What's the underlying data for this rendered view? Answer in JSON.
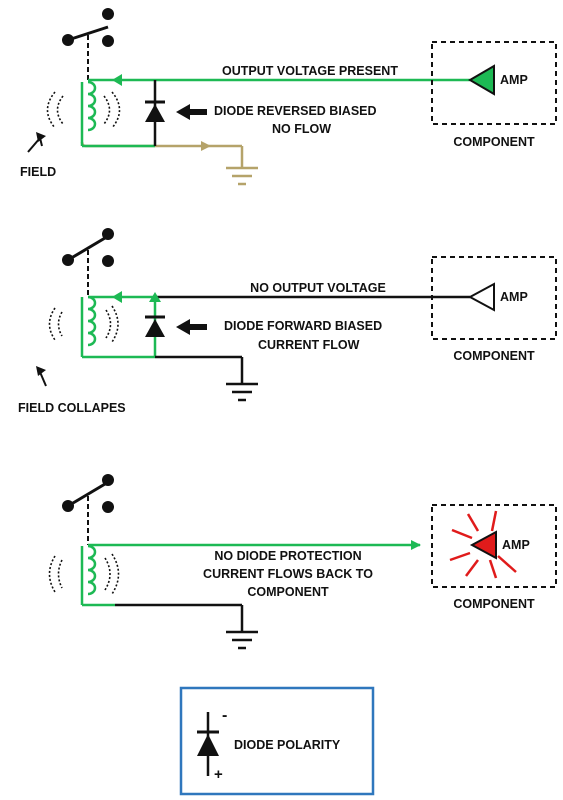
{
  "colors": {
    "current": "#1db954",
    "ground_dim": "#b5a36a",
    "wire": "#111111",
    "warning": "#e01b1b",
    "legend_border": "#2f77bd"
  },
  "panel1": {
    "output_label": "OUTPUT VOLTAGE PRESENT",
    "diode_line1": "DIODE REVERSED BIASED",
    "diode_line2": "NO FLOW",
    "field_label": "FIELD",
    "amp_label": "AMP",
    "component_label": "COMPONENT"
  },
  "panel2": {
    "output_label": "NO OUTPUT VOLTAGE",
    "diode_line1": "DIODE FORWARD BIASED",
    "diode_line2": "CURRENT FLOW",
    "field_label": "FIELD COLLAPES",
    "amp_label": "AMP",
    "component_label": "COMPONENT"
  },
  "panel3": {
    "line1": "NO DIODE PROTECTION",
    "line2": "CURRENT FLOWS BACK TO",
    "line3": "COMPONENT",
    "amp_label": "AMP",
    "component_label": "COMPONENT"
  },
  "legend": {
    "label": "DIODE POLARITY",
    "minus": "-",
    "plus": "+"
  },
  "icons": [
    "switch-icon",
    "coil-icon",
    "field-arcs-icon",
    "diode-icon",
    "ground-icon",
    "amp-triangle-icon",
    "arrow-icon",
    "spark-icon"
  ]
}
